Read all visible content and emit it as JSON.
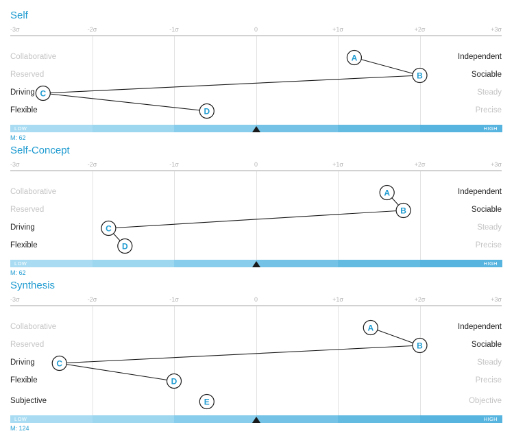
{
  "chart_data": [
    {
      "type": "scatter",
      "title": "Self",
      "tick_labels": [
        "-3σ",
        "-2σ",
        "-1σ",
        "0",
        "+1σ",
        "+2σ",
        "+3σ"
      ],
      "xlim": [
        -3,
        3
      ],
      "rows": [
        {
          "left": "Collaborative",
          "right": "Independent",
          "highlight": "right"
        },
        {
          "left": "Reserved",
          "right": "Sociable",
          "highlight": "right"
        },
        {
          "left": "Driving",
          "right": "Steady",
          "highlight": "left"
        },
        {
          "left": "Flexible",
          "right": "Precise",
          "highlight": "left"
        }
      ],
      "points": [
        {
          "label": "A",
          "row": 0,
          "x": 1.2
        },
        {
          "label": "B",
          "row": 1,
          "x": 2.0
        },
        {
          "label": "C",
          "row": 2,
          "x": -2.6
        },
        {
          "label": "D",
          "row": 3,
          "x": -0.6
        }
      ],
      "connections": [
        [
          "A",
          "B"
        ],
        [
          "B",
          "C"
        ],
        [
          "C",
          "D"
        ]
      ],
      "scale": {
        "low_label": "LOW",
        "high_label": "HIGH",
        "mean": 0
      },
      "m_text": "M: 62"
    },
    {
      "type": "scatter",
      "title": "Self-Concept",
      "tick_labels": [
        "-3σ",
        "-2σ",
        "-1σ",
        "0",
        "+1σ",
        "+2σ",
        "+3σ"
      ],
      "xlim": [
        -3,
        3
      ],
      "rows": [
        {
          "left": "Collaborative",
          "right": "Independent",
          "highlight": "right"
        },
        {
          "left": "Reserved",
          "right": "Sociable",
          "highlight": "right"
        },
        {
          "left": "Driving",
          "right": "Steady",
          "highlight": "left"
        },
        {
          "left": "Flexible",
          "right": "Precise",
          "highlight": "left"
        }
      ],
      "points": [
        {
          "label": "A",
          "row": 0,
          "x": 1.6
        },
        {
          "label": "B",
          "row": 1,
          "x": 1.8
        },
        {
          "label": "C",
          "row": 2,
          "x": -1.8
        },
        {
          "label": "D",
          "row": 3,
          "x": -1.6
        }
      ],
      "connections": [
        [
          "A",
          "B"
        ],
        [
          "B",
          "C"
        ],
        [
          "C",
          "D"
        ]
      ],
      "scale": {
        "low_label": "LOW",
        "high_label": "HIGH",
        "mean": 0
      },
      "m_text": "M: 62"
    },
    {
      "type": "scatter",
      "title": "Synthesis",
      "tick_labels": [
        "-3σ",
        "-2σ",
        "-1σ",
        "0",
        "+1σ",
        "+2σ",
        "+3σ"
      ],
      "xlim": [
        -3,
        3
      ],
      "rows": [
        {
          "left": "Collaborative",
          "right": "Independent",
          "highlight": "right"
        },
        {
          "left": "Reserved",
          "right": "Sociable",
          "highlight": "right"
        },
        {
          "left": "Driving",
          "right": "Steady",
          "highlight": "left"
        },
        {
          "left": "Flexible",
          "right": "Precise",
          "highlight": "left"
        },
        {
          "left": "Subjective",
          "right": "Objective",
          "highlight": "left"
        }
      ],
      "points": [
        {
          "label": "A",
          "row": 0,
          "x": 1.4
        },
        {
          "label": "B",
          "row": 1,
          "x": 2.0
        },
        {
          "label": "C",
          "row": 2,
          "x": -2.4
        },
        {
          "label": "D",
          "row": 3,
          "x": -1.0
        },
        {
          "label": "E",
          "row": 4,
          "x": -0.6
        }
      ],
      "connections": [
        [
          "A",
          "B"
        ],
        [
          "B",
          "C"
        ],
        [
          "C",
          "D"
        ]
      ],
      "scale": {
        "low_label": "LOW",
        "high_label": "HIGH",
        "mean": 0
      },
      "m_text": "M: 124"
    }
  ],
  "colors": {
    "accent": "#1f9bd1",
    "node_fill": "#ffffff",
    "line": "#1a1a1a",
    "dim_text": "#c4c4c4",
    "strong_text": "#222222",
    "bar_segments": [
      "#a9dcf2",
      "#9dd6ef",
      "#88cdeb",
      "#74c3e6",
      "#63bbe2",
      "#57b4df"
    ]
  }
}
